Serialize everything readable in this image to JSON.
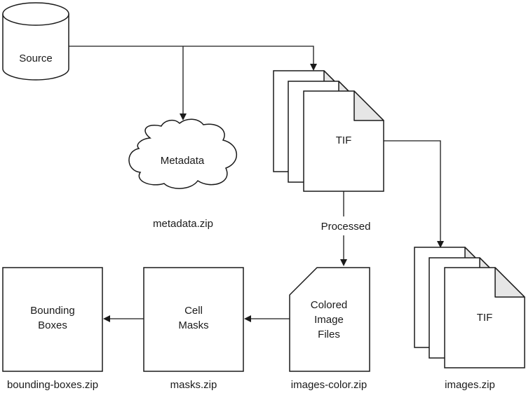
{
  "nodes": {
    "source": {
      "label": "Source"
    },
    "metadata": {
      "label": "Metadata",
      "caption": "metadata.zip"
    },
    "tif_stack": {
      "label": "TIF"
    },
    "colored_images": {
      "line1": "Colored",
      "line2": "Image",
      "line3": "Files",
      "caption": "images-color.zip"
    },
    "cell_masks": {
      "line1": "Cell",
      "line2": "Masks",
      "caption": "masks.zip"
    },
    "bounding_boxes": {
      "line1": "Bounding",
      "line2": "Boxes",
      "caption": "bounding-boxes.zip"
    },
    "images_tif": {
      "label": "TIF",
      "caption": "images.zip"
    }
  },
  "edges": {
    "processed": {
      "label": "Processed"
    }
  }
}
